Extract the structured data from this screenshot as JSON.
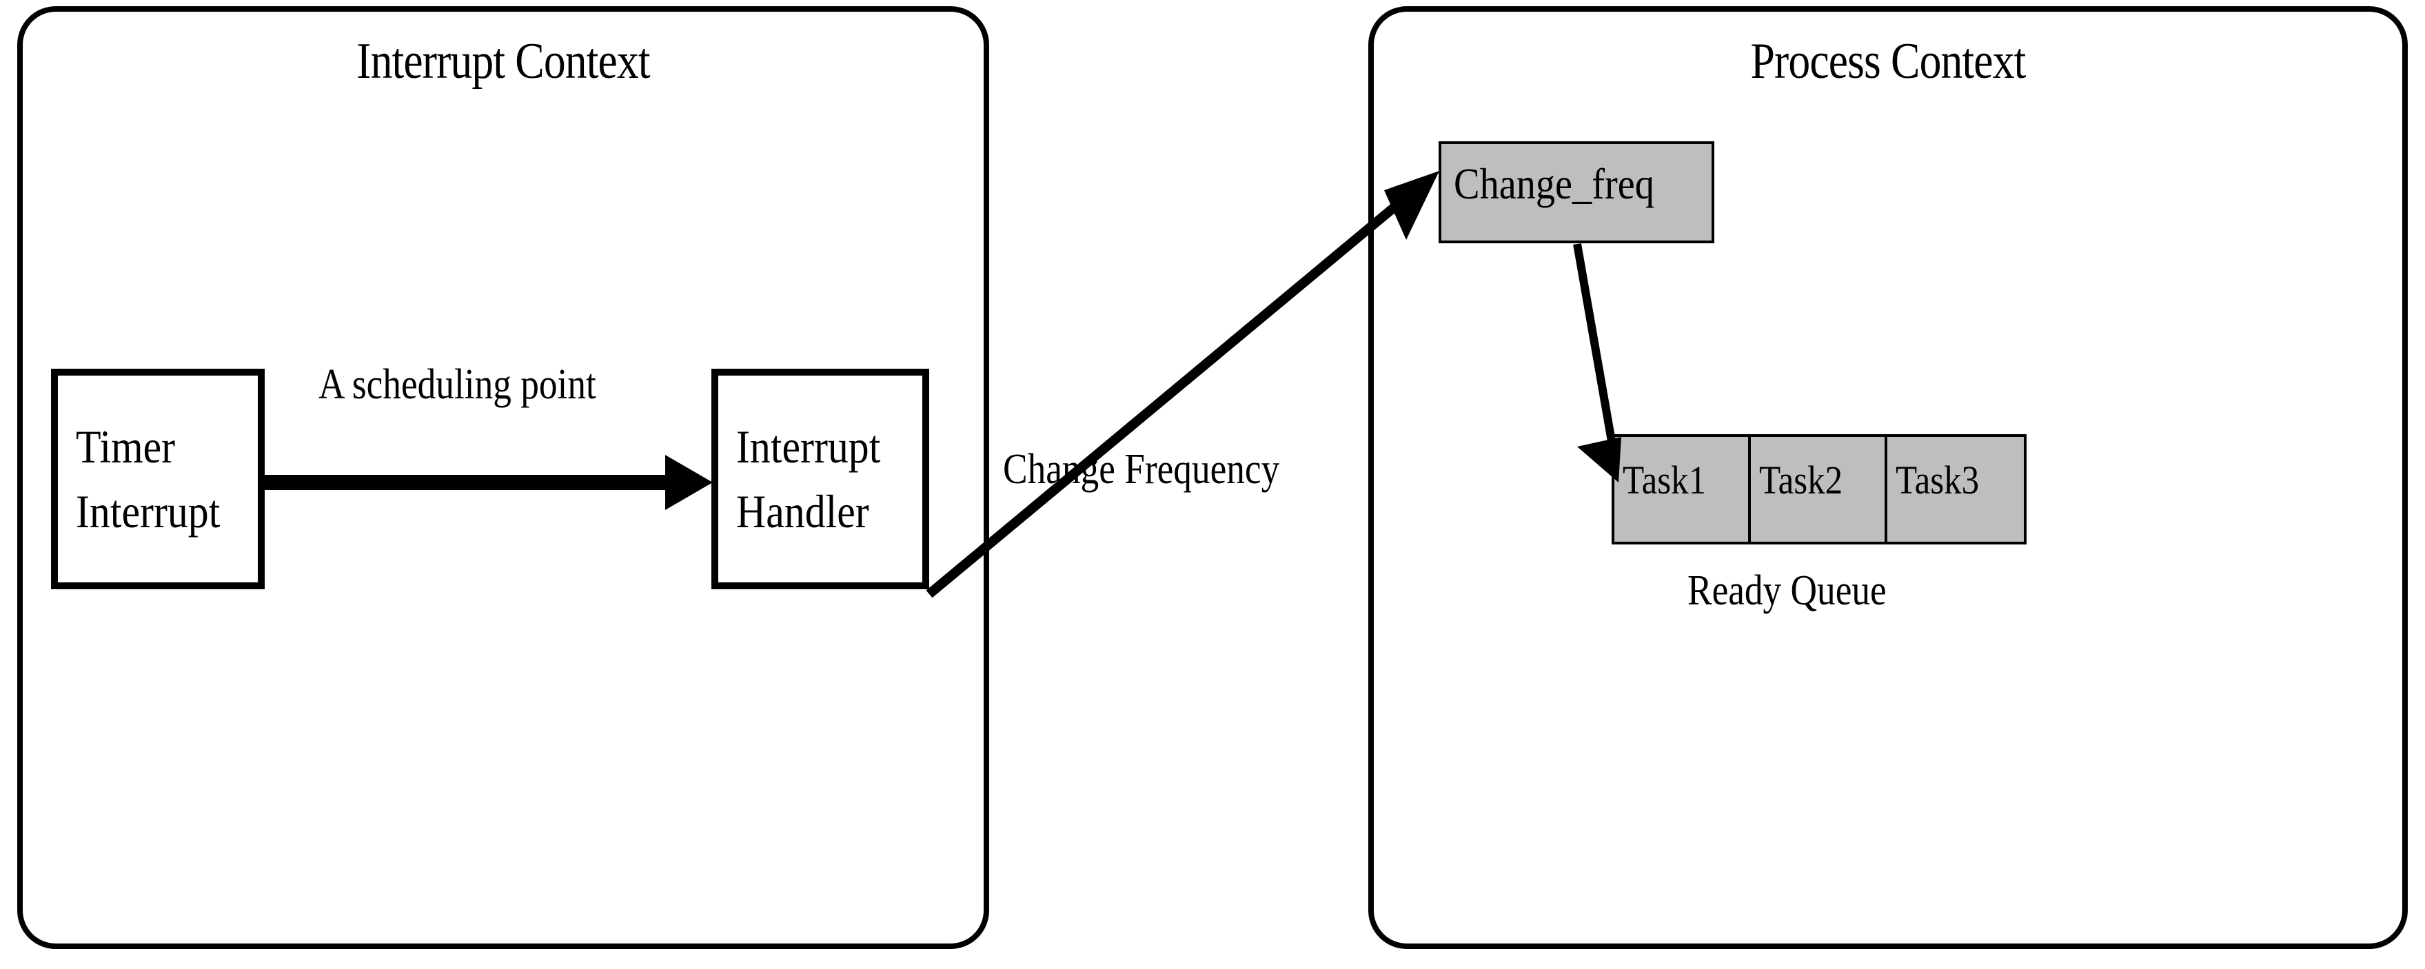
{
  "diagram": {
    "title": "Interrupt Context and Process Context scheduling diagram",
    "background_color": "#ffffff",
    "line_color": "#000000",
    "gray_fill_color": "#bebebe"
  },
  "interrupt_context": {
    "title": "Interrupt Context",
    "timer_interrupt": {
      "line1": "Timer",
      "line2": "Interrupt"
    },
    "interrupt_handler": {
      "line1": "Interrupt",
      "line2": "Handler"
    },
    "scheduling_point_label": "A scheduling point"
  },
  "process_context": {
    "title": "Process Context",
    "change_freq_label": "Change_freq",
    "ready_queue_label": "Ready Queue",
    "ready_queue_cells": [
      {
        "label": "Task1"
      },
      {
        "label": "Task2"
      },
      {
        "label": "Task3"
      }
    ]
  },
  "connectors": {
    "scheduling_arrow_label": "A scheduling point",
    "change_frequency_label": "Change Frequency"
  }
}
